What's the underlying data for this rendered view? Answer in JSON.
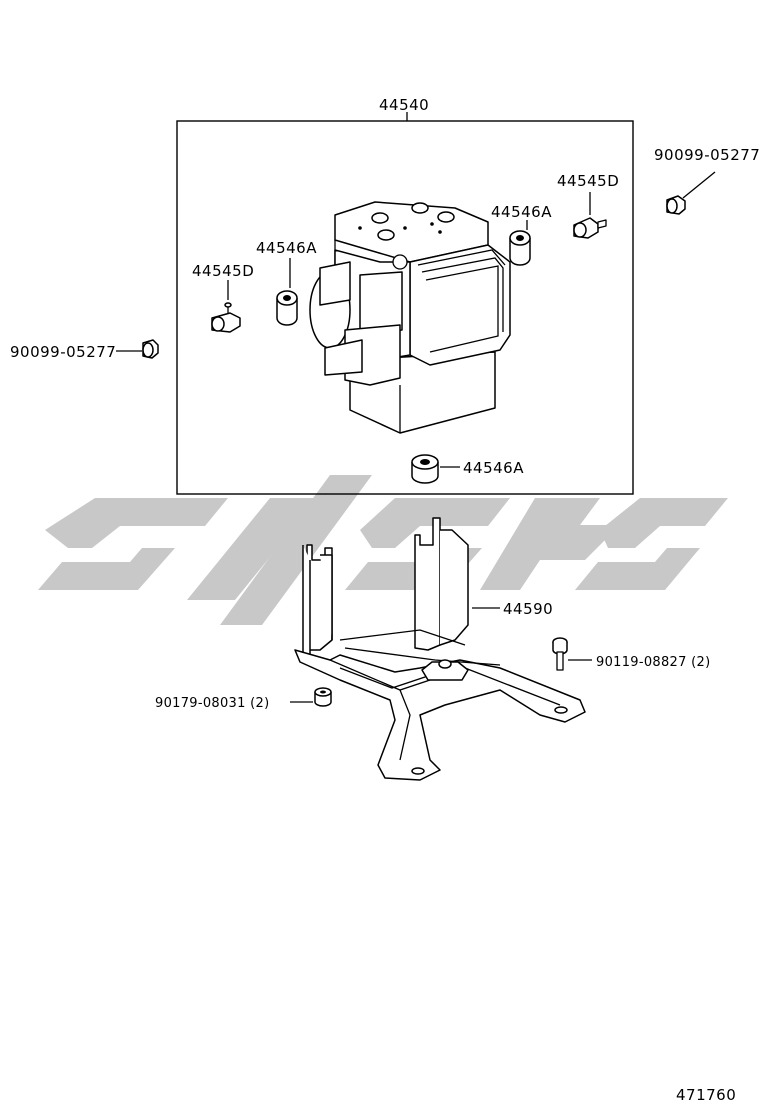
{
  "diagram": {
    "labels": {
      "actuator_assy": "44540",
      "bolt_left": "90099-05277",
      "bolt_right": "90099-05277",
      "stud_left": "44545D",
      "stud_right": "44545D",
      "cushion_left": "44546A",
      "cushion_right": "44546A",
      "cushion_bottom": "44546A",
      "bracket": "44590",
      "bolt_bracket": "90119-08827 (2)",
      "nut_bracket": "90179-08031 (2)",
      "figure_number": "471760"
    },
    "watermark_color": "#c8c8c8"
  }
}
